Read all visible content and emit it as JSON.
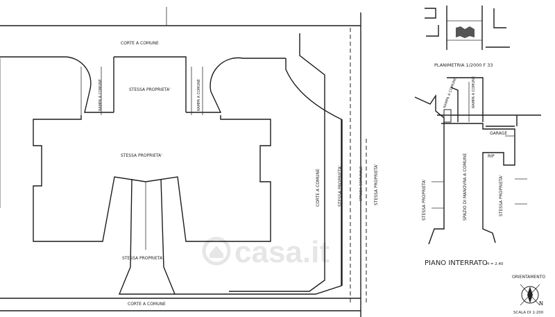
{
  "main_plan": {
    "corte_top": "CORTE A COMUNE",
    "proprieta_top": "STESSA PROPRIETA'",
    "proprieta_center": "STESSA PROPRIETA'",
    "proprieta_bottom": "STESSA PROPRIETA'",
    "corte_bottom": "CORTE A COMUNE",
    "rampa_left": "RAMPA A COMUNE",
    "rampa_right": "RAMPA A COMUNE",
    "corte_right": "CORTE A COMUNE",
    "proprieta_right": "STESSA PROPRIETA'",
    "strada_comunale": "STRADA COMUNALE",
    "proprieta_far_right": "STESSA PROPRIETA'"
  },
  "key_plan": {
    "caption": "PLANIMETRIA 1/2000 F 33"
  },
  "basement_plan": {
    "title": "PIANO INTERRATO",
    "height": "H = 2.40",
    "rampa_top": "RAMPA A COMUNE",
    "rampa_right": "RAMPA A COMUNE",
    "garage": "GARAGE",
    "rip": "RIP",
    "spazio": "SPAZIO DI MANOVRA A COMUNE",
    "proprieta_left": "STESSA PROPRIETA'",
    "proprieta_right": "STESSA PROPRIETA'"
  },
  "orientation": {
    "label": "ORIENTAMENTO",
    "north": "N",
    "scale": "SCALA DI 1:200"
  },
  "watermark": "casa.it"
}
